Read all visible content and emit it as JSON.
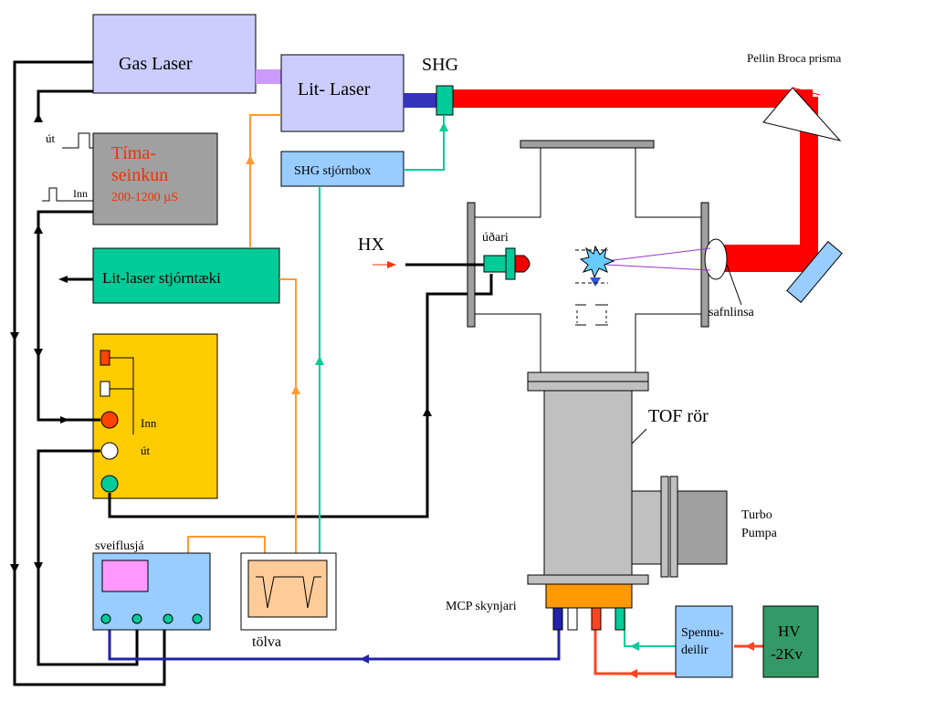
{
  "labels": {
    "gas_laser": "Gas Laser",
    "dye_laser": "Lit- Laser",
    "shg": "SHG",
    "prism": "Pellin Broca prisma",
    "delay_line1": "Tíma-",
    "delay_line2": "seinkun",
    "delay_range": "200-1200 µS",
    "out_small": "út",
    "in_small": "Inn",
    "shg_control": "SHG stjórnbox",
    "dye_control": "Lit-laser stjórntæki",
    "hx": "HX",
    "nozzle": "úðari",
    "lens": "safnlinsa",
    "gen_in": "Inn",
    "gen_out": "út",
    "tof": "TOF rör",
    "turbo1": "Turbo",
    "turbo2": "Pumpa",
    "oscilloscope": "sveiflusjá",
    "computer": "tölva",
    "mcp": "MCP skynjari",
    "divider1": "Spennu-",
    "divider2": "deilir",
    "hv1": "HV",
    "hv2": "-2Kv"
  },
  "colors": {
    "laser_box": "#ccccff",
    "delay_box": "#a0a0a0",
    "delay_text": "#ee3300",
    "control_box": "#00cc99",
    "shg_box": "#99ccff",
    "generator_box": "#ffcc00",
    "beam_red": "#ff0000",
    "beam_blue": "#3333bb",
    "orange_wire": "#ff9933",
    "teal_wire": "#00cc99",
    "navy_wire": "#2222aa",
    "tof_body": "#c0c0c0",
    "hv_box": "#339966",
    "mcp_orange": "#ff9900"
  }
}
